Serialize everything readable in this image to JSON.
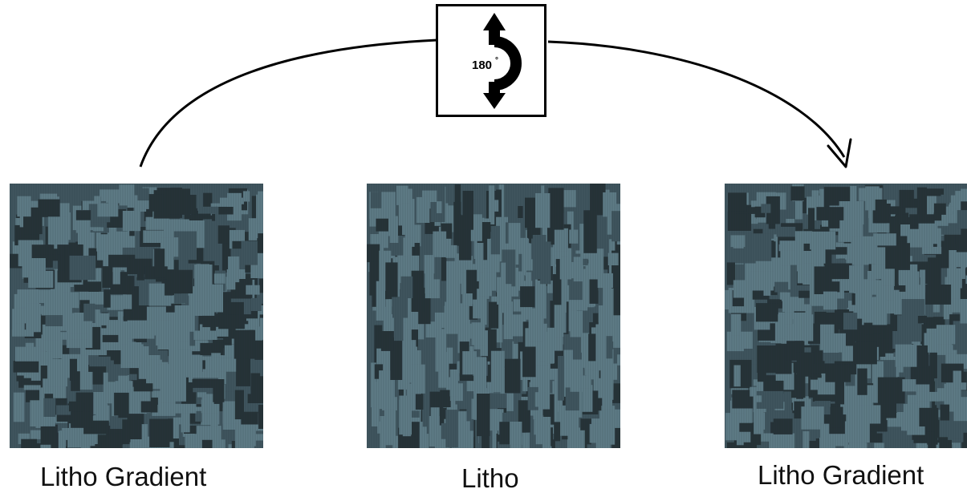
{
  "rotation": {
    "label": "180",
    "degree_mark": "°"
  },
  "tiles": [
    {
      "label": "Litho Gradient",
      "variant": "gradient-a"
    },
    {
      "label": "Litho",
      "variant": "uniform"
    },
    {
      "label": "Litho Gradient",
      "variant": "gradient-b"
    }
  ],
  "colors": {
    "tile_light": "#5e7b86",
    "tile_mid": "#40555e",
    "tile_dark": "#263238",
    "ink": "#000000"
  }
}
